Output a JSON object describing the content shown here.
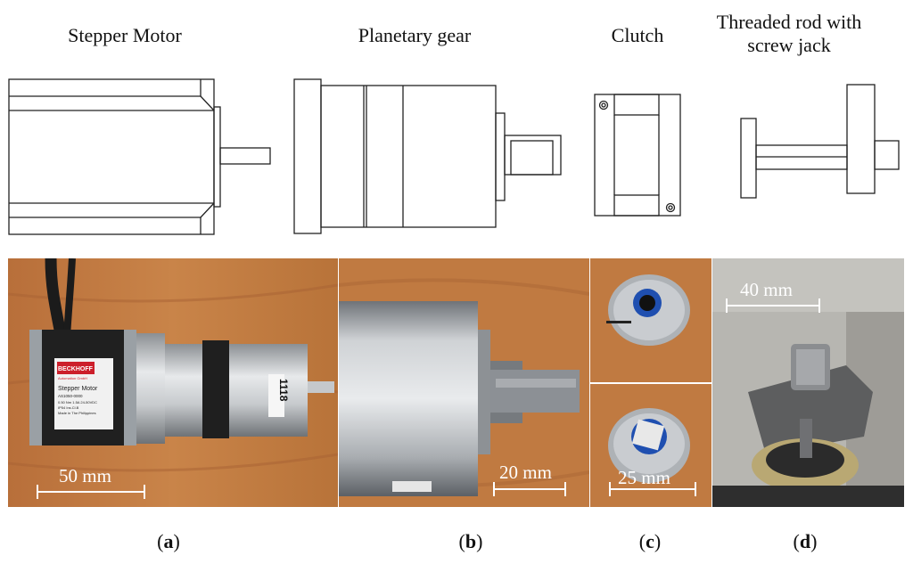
{
  "titles": {
    "stepper_motor": "Stepper Motor",
    "planetary_gear": "Planetary gear",
    "clutch": "Clutch",
    "threaded_rod": "Threaded rod with screw jack"
  },
  "photo_labels": {
    "motor_brand": "BECKHOFF",
    "motor_sub": "Automation GmbH",
    "motor_type": "Stepper Motor",
    "motor_model": "AS1050-0000",
    "motor_spec": "0.50 Nm 1.5A 24-50VDC",
    "motor_ip": "IP54 Ins.Cl.B",
    "motor_origin": "Made in The Philippines",
    "serial": "1118"
  },
  "scales": {
    "a": "50 mm",
    "b": "20 mm",
    "c": "25 mm",
    "d": "40 mm"
  },
  "panel_labels": {
    "a": "a",
    "b": "b",
    "c": "c",
    "d": "d"
  }
}
